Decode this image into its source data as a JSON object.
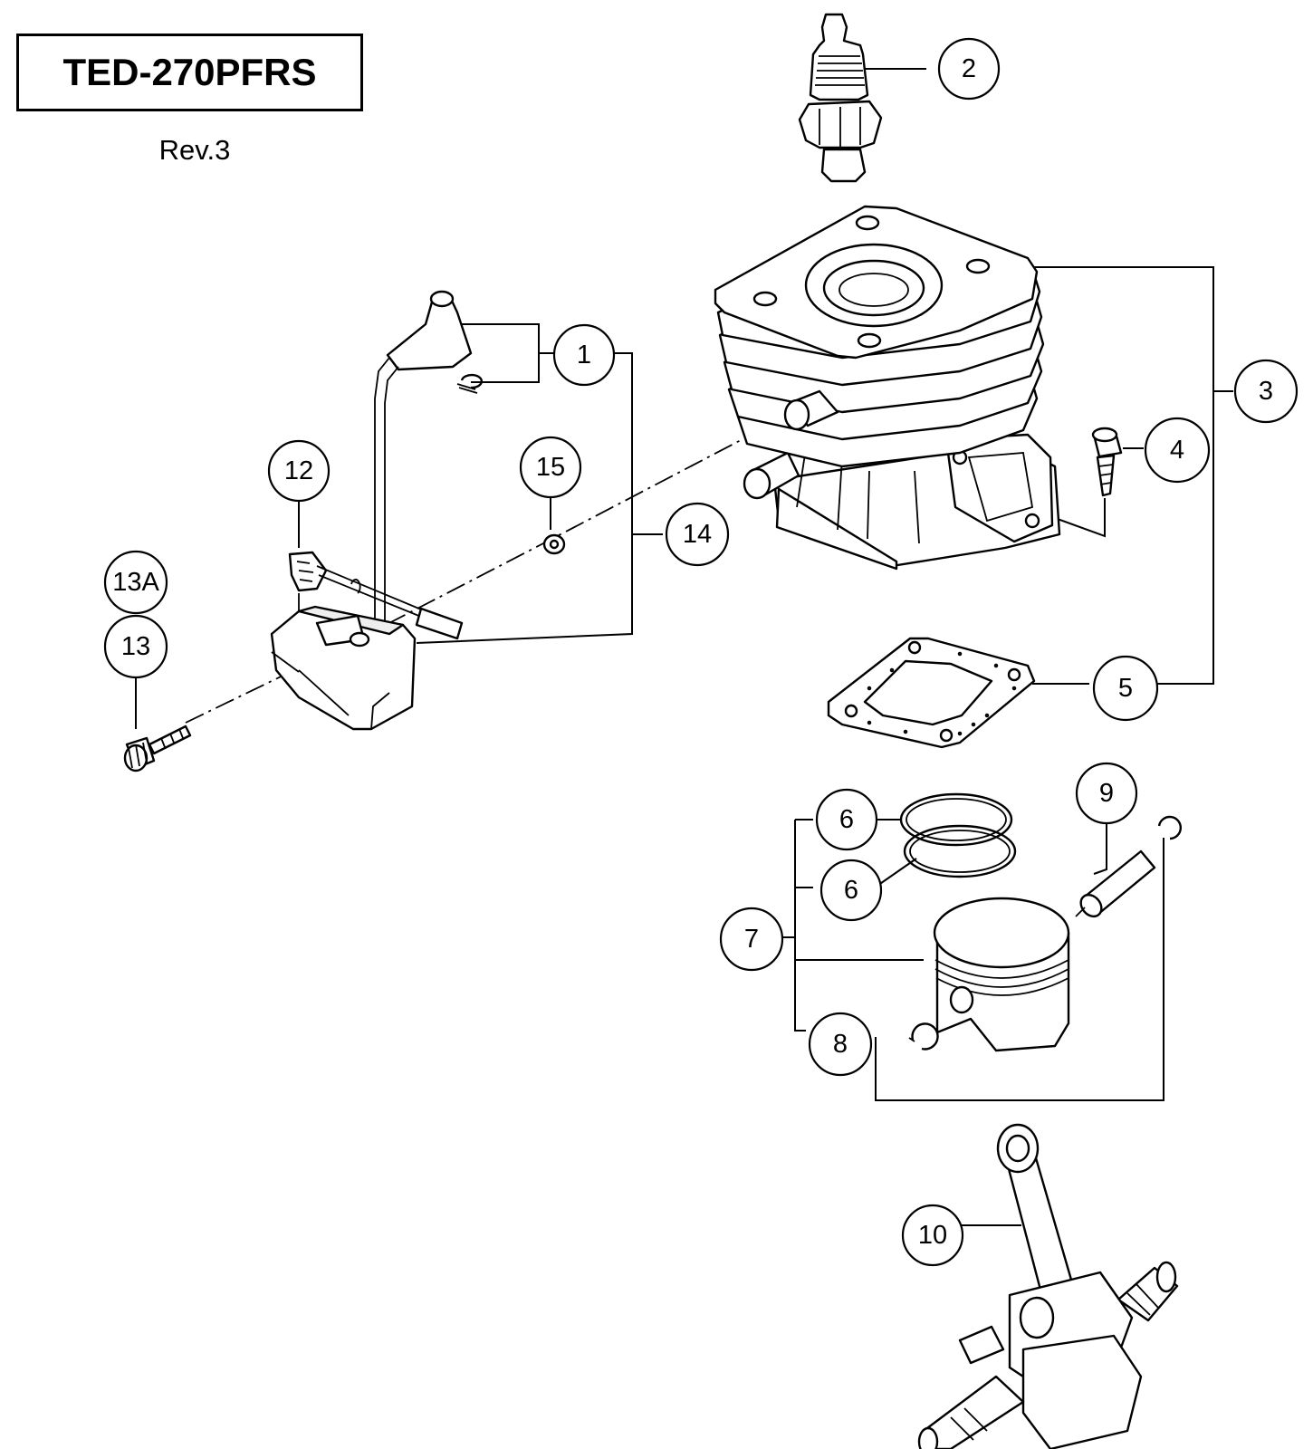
{
  "header": {
    "model": "TED-270PFRS",
    "revision": "Rev.3"
  },
  "callouts": [
    {
      "id": "1",
      "part": "plug-cap-and-spring"
    },
    {
      "id": "2",
      "part": "spark-plug"
    },
    {
      "id": "3",
      "part": "cylinder-assembly"
    },
    {
      "id": "4",
      "part": "cylinder-bolt"
    },
    {
      "id": "5",
      "part": "cylinder-gasket"
    },
    {
      "id": "6",
      "part": "piston-ring-upper"
    },
    {
      "id": "6",
      "part": "piston-ring-lower"
    },
    {
      "id": "7",
      "part": "piston-assembly"
    },
    {
      "id": "8",
      "part": "circlip"
    },
    {
      "id": "9",
      "part": "piston-pin"
    },
    {
      "id": "10",
      "part": "crankshaft"
    },
    {
      "id": "12",
      "part": "stop-switch-lead"
    },
    {
      "id": "13A",
      "part": "ignition-coil-screw-alt"
    },
    {
      "id": "13",
      "part": "ignition-coil-screw"
    },
    {
      "id": "14",
      "part": "ignition-coil-assembly"
    },
    {
      "id": "15",
      "part": "washer"
    }
  ]
}
